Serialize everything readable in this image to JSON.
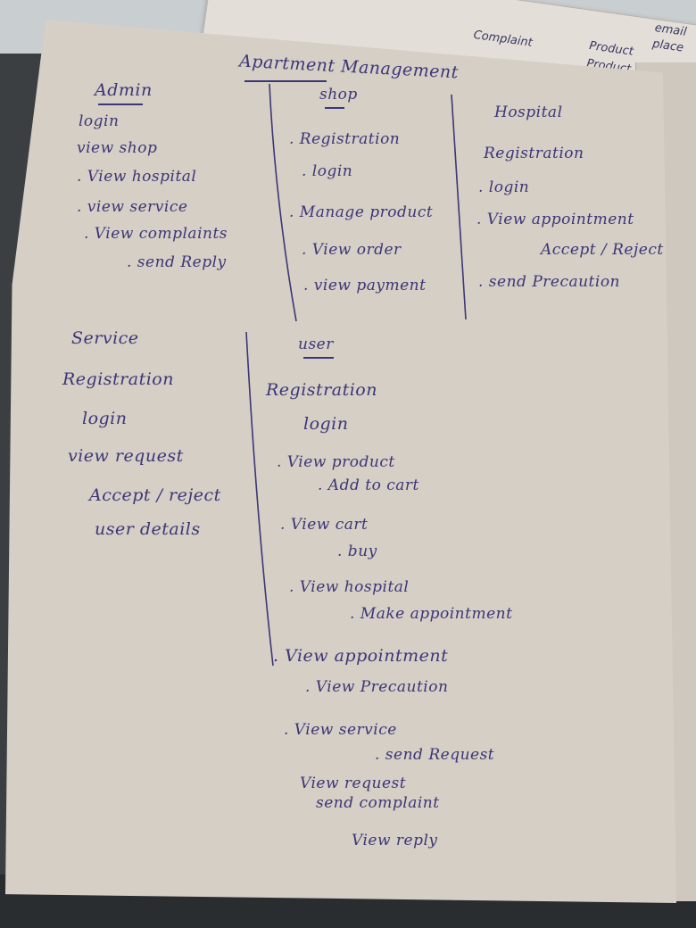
{
  "background_sheets": {
    "tab1": "Complaint",
    "tab2": "Product",
    "tab3": "Product",
    "tab4": "email",
    "tab5": "place"
  },
  "notes": {
    "title": "Apartment Management",
    "admin": {
      "heading": "Admin",
      "items": [
        "login",
        "view shop",
        ". View hospital",
        ". view service",
        ". View complaints",
        ". send Reply"
      ]
    },
    "shop": {
      "heading": "shop",
      "items": [
        ". Registration",
        ". login",
        ". Manage product",
        ". View order",
        ". view payment"
      ]
    },
    "hospital": {
      "heading": "Hospital",
      "items": [
        "Registration",
        ". login",
        ". View appointment",
        "Accept / Reject",
        ". send Precaution"
      ]
    },
    "service": {
      "heading": "Service",
      "items": [
        "Registration",
        "login",
        "view request",
        "Accept / reject",
        "user details"
      ]
    },
    "user": {
      "heading": "user",
      "items": [
        "Registration",
        "login",
        ". View product",
        ". Add to cart",
        ". View cart",
        ". buy",
        ". View hospital",
        ". Make appointment",
        ". View appointment",
        ". View Precaution",
        ". View service",
        ". send Request",
        "View request",
        "send complaint",
        "View reply"
      ]
    }
  }
}
